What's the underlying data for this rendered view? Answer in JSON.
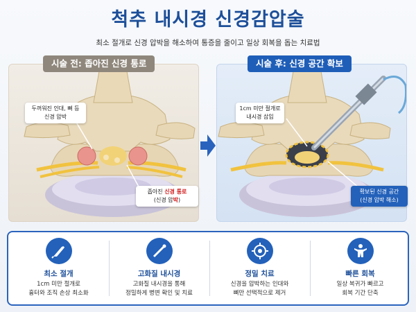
{
  "header": {
    "title": "척추 내시경 신경감압술",
    "subtitle": "최소 절개로 신경 압박을 해소하여 통증을 줄이고 일상 회복을 돕는 치료법"
  },
  "before": {
    "label": "시술 전: 좁아진 신경 통로",
    "callout_top_line1": "두꺼워진 인대, 뼈 등",
    "callout_top_line2": "신경 압박",
    "callout_bottom_prefix": "좁아진 ",
    "callout_bottom_highlight": "신경 통로",
    "callout_bottom_line2_prefix": "(신경 압",
    "callout_bottom_line2_highlight": "박",
    "callout_bottom_line2_suffix": ")"
  },
  "after": {
    "label": "시술 후: 신경 공간 확보",
    "callout_top_line1": "1cm 미만 절개로",
    "callout_top_line2": "내시경 삽입",
    "callout_bottom_line1": "확보된 신경 공간",
    "callout_bottom_line2": "(신경 압박 해소)"
  },
  "features": [
    {
      "icon": "scalpel-icon",
      "title": "최소 절개",
      "desc1": "1cm 미만 절개로",
      "desc2": "흉터와 조직 손상 최소화"
    },
    {
      "icon": "endoscope-icon",
      "title": "고화질 내시경",
      "desc1": "고화질 내시경을 통해",
      "desc2": "정밀하게 병변 확인 및 치료"
    },
    {
      "icon": "target-icon",
      "title": "정밀 치료",
      "desc1": "신경을 압박하는 인대와",
      "desc2": "뼈만 선택적으로 제거"
    },
    {
      "icon": "person-icon",
      "title": "빠른 회복",
      "desc1": "일상 복귀가 빠르고",
      "desc2": "회복 기간 단축"
    }
  ],
  "colors": {
    "primary": "#1d4f99",
    "accent": "#2361ba",
    "highlight": "#d32020",
    "before_label": "#8f877c"
  }
}
